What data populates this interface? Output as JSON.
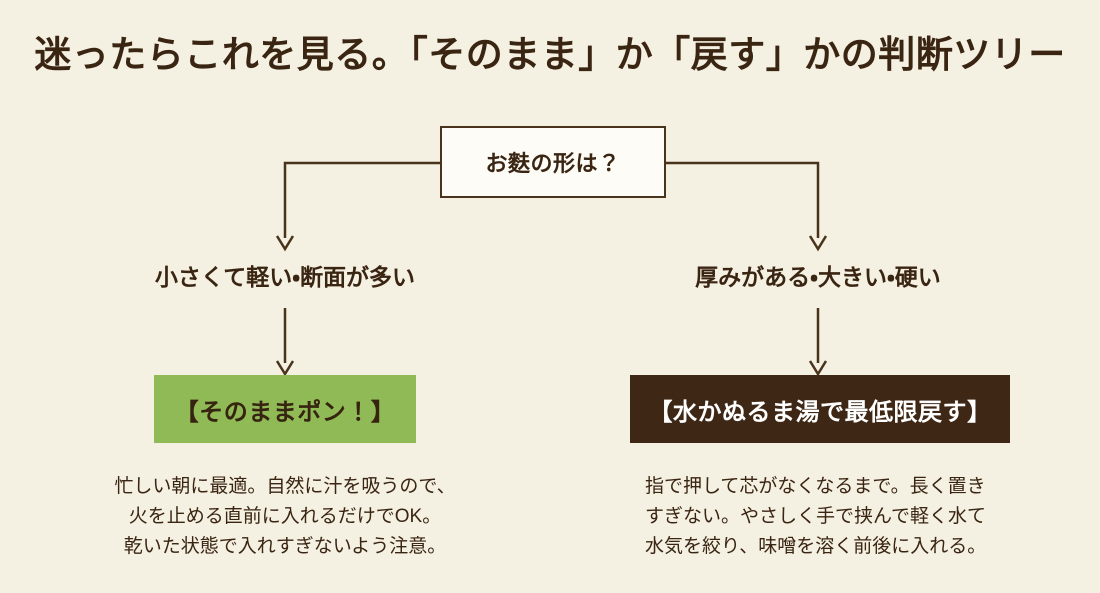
{
  "page": {
    "title": "迷ったらこれを見る。「そのまま」か「戻す」かの判断ツリー",
    "background_color": "#f4f0e2",
    "text_color": "#3a2512"
  },
  "colors": {
    "background": "#f4f0e2",
    "ink": "#3a2512",
    "line": "#4a331c",
    "root_fill": "#fdfcf7",
    "green_fill": "#8fba55",
    "green_text": "#362310",
    "brown_fill": "#3e2715",
    "brown_text": "#ffffff"
  },
  "tree": {
    "root": {
      "label": "お麩の形は？"
    },
    "branches": [
      {
        "id": "left",
        "condition_label": "小さくて軽い・断面が多い",
        "result": {
          "label": "【そのままポン！】",
          "style": "green"
        },
        "caption_lines": [
          "忙しい朝に最適。自然に汁を吸うので、",
          "火を止める直前に入れるだけでOK。",
          "乾いた状態で入れすぎないよう注意。"
        ]
      },
      {
        "id": "right",
        "condition_label": "厚みがある・大きい・硬い",
        "result": {
          "label": "【水かぬるま湯で最低限戻す】",
          "style": "brown"
        },
        "caption_lines": [
          "指で押して芯がなくなるまで。長く置き",
          "すぎない。やさしく手で挟んで軽く水て",
          "水気を絞り、味噌を溶く前後に入れる。"
        ]
      }
    ]
  }
}
